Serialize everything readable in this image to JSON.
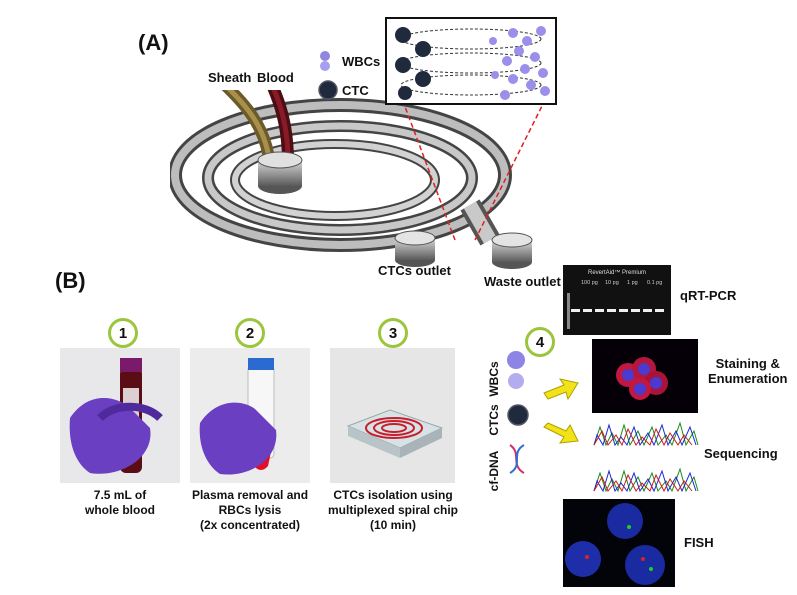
{
  "panels": {
    "a": "(A)",
    "b": "(B)"
  },
  "top": {
    "sheath": "Sheath",
    "blood": "Blood",
    "wbcs": "WBCs",
    "ctc": "CTC",
    "ctcs_outlet": "CTCs outlet",
    "waste_outlet": "Waste outlet"
  },
  "steps": [
    {
      "num": "1",
      "caption_l1": "7.5 mL of",
      "caption_l2": "whole blood",
      "caption_l3": ""
    },
    {
      "num": "2",
      "caption_l1": "Plasma removal and",
      "caption_l2": "RBCs lysis",
      "caption_l3": "(2x concentrated)"
    },
    {
      "num": "3",
      "caption_l1": "CTCs isolation using",
      "caption_l2": "multiplexed spiral chip",
      "caption_l3": "(10 min)"
    },
    {
      "num": "4"
    }
  ],
  "step4": {
    "wbcs": "WBCs",
    "ctcs": "CTCs",
    "cfdna": "cf-DNA"
  },
  "analyses": {
    "qrtpcr": "qRT-PCR",
    "staining_l1": "Staining &",
    "staining_l2": "Enumeration",
    "sequencing": "Sequencing",
    "fish": "FISH"
  },
  "gel": {
    "title": "RevertAid™ Premium",
    "lanes": [
      "100 pg",
      "10 pg",
      "1 pg",
      "0.1 pg"
    ]
  }
}
